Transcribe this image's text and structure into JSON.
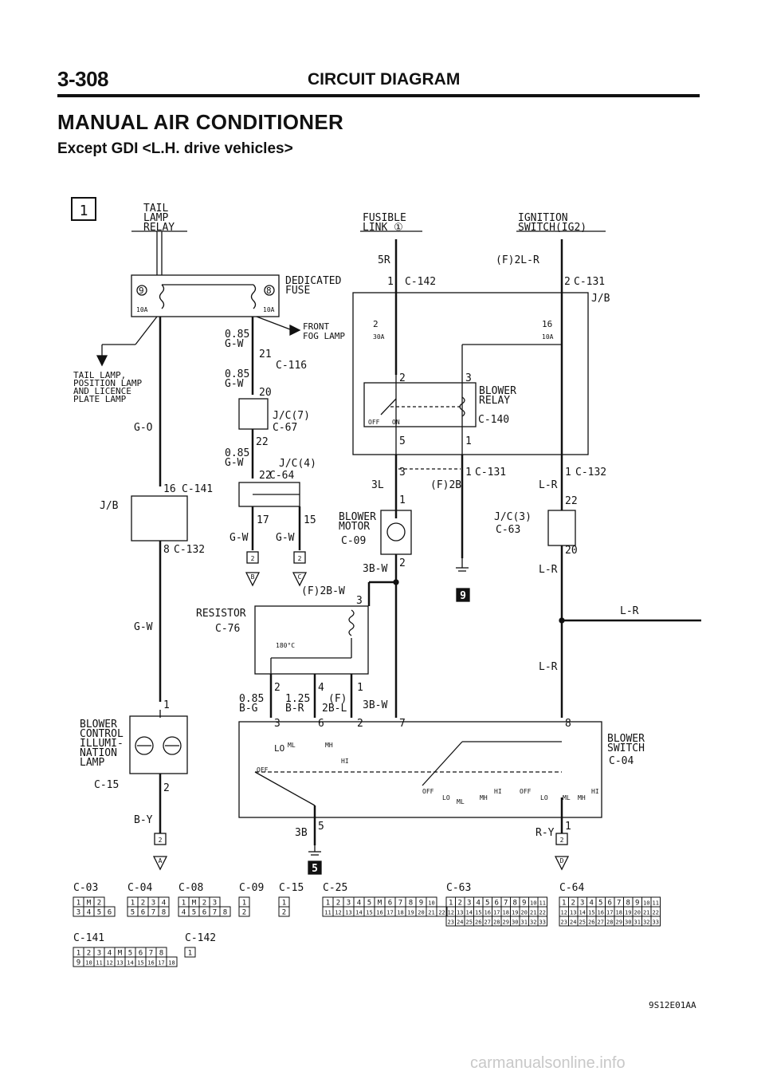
{
  "header": {
    "page_number": "3-308",
    "section": "CIRCUIT DIAGRAM",
    "title": "MANUAL AIR CONDITIONER",
    "subtitle": "Except GDI <L.H. drive vehicles>"
  },
  "diagram": {
    "sheet_marker": "1",
    "tail_lamp_relay": [
      "TAIL",
      "LAMP",
      "RELAY"
    ],
    "fusible_link": [
      "FUSIBLE",
      "LINK ①"
    ],
    "ignition_switch": [
      "IGNITION",
      "SWITCH(IG2)"
    ],
    "dedicated_fuse": [
      "DEDICATED",
      "FUSE"
    ],
    "jb": "J/B",
    "front_fog_lamp": [
      "FRONT",
      "FOG LAMP"
    ],
    "tail_lamp_text": [
      "TAIL LAMP,",
      "POSITION LAMP",
      "AND LICENCE",
      "PLATE LAMP"
    ],
    "fuse_9": "9",
    "fuse_8": "8",
    "fuse_2": "2",
    "fuse_16": "16",
    "amp_10a": "10A",
    "amp_30a": "30A",
    "wire_5r": "5R",
    "wire_f2lr": "(F)2L-R",
    "wire_085gw": [
      "0.85",
      "G-W"
    ],
    "wire_go": "G-O",
    "wire_gw": "G-W",
    "wire_by": "B-Y",
    "wire_lr": "L-R",
    "wire_3l": "3L",
    "wire_f2b": "(F)2B",
    "wire_3bw": "3B-W",
    "wire_f2bw": "(F)2B-W",
    "wire_3b": "3B",
    "wire_ry": "R-Y",
    "wire_085bg": [
      "0.85",
      "B-G"
    ],
    "wire_125br": [
      "1.25",
      "B-R"
    ],
    "wire_f2bl": [
      "(F)",
      "2B-L"
    ],
    "jc7": "J/C(7)",
    "jc4": "J/C(4)",
    "jc3": "J/C(3)",
    "blower_relay": [
      "BLOWER",
      "RELAY"
    ],
    "blower_motor": [
      "BLOWER",
      "MOTOR"
    ],
    "resistor": "RESISTOR",
    "temp": "180°C",
    "blower_control": [
      "BLOWER",
      "CONTROL",
      "ILLUMI-",
      "NATION",
      "LAMP"
    ],
    "blower_switch": [
      "BLOWER",
      "SWITCH"
    ],
    "relay_off": "OFF",
    "relay_on": "ON",
    "sw_lo": "LO",
    "sw_ml": "ML",
    "sw_mh": "MH",
    "sw_hi": "HI",
    "sw_off": "OFF",
    "ground_9": "9",
    "ground_5": "5",
    "conn_c142": "C-142",
    "conn_c131": "C-131",
    "conn_c116": "C-116",
    "conn_c67": "C-67",
    "conn_c64": "C-64",
    "conn_c141": "C-141",
    "conn_c132": "C-132",
    "conn_c140": "C-140",
    "conn_c63": "C-63",
    "conn_c09": "C-09",
    "conn_c76": "C-76",
    "conn_c15": "C-15",
    "conn_c04": "C-04",
    "ref_2": "2",
    "ref_b": "B",
    "ref_c": "C",
    "ref_a": "A",
    "ref_d": "D",
    "pin_1": "1",
    "pin_2": "2",
    "pin_3": "3",
    "pin_4": "4",
    "pin_5": "5",
    "pin_6": "6",
    "pin_7": "7",
    "pin_8": "8",
    "pin_15": "15",
    "pin_16": "16",
    "pin_17": "17",
    "pin_20": "20",
    "pin_21": "21",
    "pin_22": "22"
  },
  "connector_list": [
    {
      "id": "C-03",
      "rows": [
        [
          "1",
          "M",
          "2"
        ],
        [
          "3",
          "4",
          "5",
          "6"
        ]
      ]
    },
    {
      "id": "C-04",
      "rows": [
        [
          "1",
          "2",
          "3",
          "4"
        ],
        [
          "5",
          "6",
          "7",
          "8"
        ]
      ]
    },
    {
      "id": "C-08",
      "rows": [
        [
          "1",
          "M",
          "2",
          "3"
        ],
        [
          "4",
          "5",
          "6",
          "7",
          "8"
        ]
      ]
    },
    {
      "id": "C-09",
      "rows": [
        [
          "1"
        ],
        [
          "2"
        ]
      ]
    },
    {
      "id": "C-15",
      "rows": [
        [
          "1"
        ],
        [
          "2"
        ]
      ]
    },
    {
      "id": "C-25",
      "rows": [
        [
          "1",
          "2",
          "3",
          "4",
          "5",
          "M",
          "6",
          "7",
          "8",
          "9",
          "10"
        ],
        [
          "11",
          "12",
          "13",
          "14",
          "15",
          "16",
          "17",
          "18",
          "19",
          "20",
          "21",
          "22"
        ]
      ]
    },
    {
      "id": "C-63",
      "rows": [
        [
          "1",
          "2",
          "3",
          "4",
          "5",
          "6",
          "7",
          "8",
          "9",
          "10",
          "11"
        ],
        [
          "12",
          "13",
          "14",
          "15",
          "16",
          "17",
          "18",
          "19",
          "20",
          "21",
          "22"
        ],
        [
          "23",
          "24",
          "25",
          "26",
          "27",
          "28",
          "29",
          "30",
          "31",
          "32",
          "33"
        ]
      ]
    },
    {
      "id": "C-64",
      "rows": [
        [
          "1",
          "2",
          "3",
          "4",
          "5",
          "6",
          "7",
          "8",
          "9",
          "10",
          "11"
        ],
        [
          "12",
          "13",
          "14",
          "15",
          "16",
          "17",
          "18",
          "19",
          "20",
          "21",
          "22"
        ],
        [
          "23",
          "24",
          "25",
          "26",
          "27",
          "28",
          "29",
          "30",
          "31",
          "32",
          "33"
        ]
      ]
    },
    {
      "id": "C-141",
      "rows": [
        [
          "1",
          "2",
          "3",
          "4",
          "M",
          "5",
          "6",
          "7",
          "8"
        ],
        [
          "9",
          "10",
          "11",
          "12",
          "13",
          "14",
          "15",
          "16",
          "17",
          "18"
        ]
      ]
    },
    {
      "id": "C-142",
      "rows": [
        [
          "1"
        ]
      ]
    }
  ],
  "figure_code": "9S12E01AA",
  "watermark": "carmanualsonline.info"
}
